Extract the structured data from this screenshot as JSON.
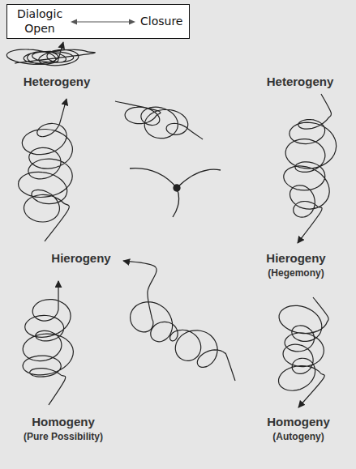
{
  "diagram": {
    "nodes": [
      {
        "text": [
          "Dialogic Open",
          "Closure"
        ]
      }
    ],
    "labels": [
      "Heterogeny",
      "Heterogeny",
      "Hierogeny",
      "Hierogeny",
      "(Hegemony)",
      "Homogeny",
      "Homogeny",
      "(Pure Possibility)",
      "(Autogeny)"
    ]
  }
}
